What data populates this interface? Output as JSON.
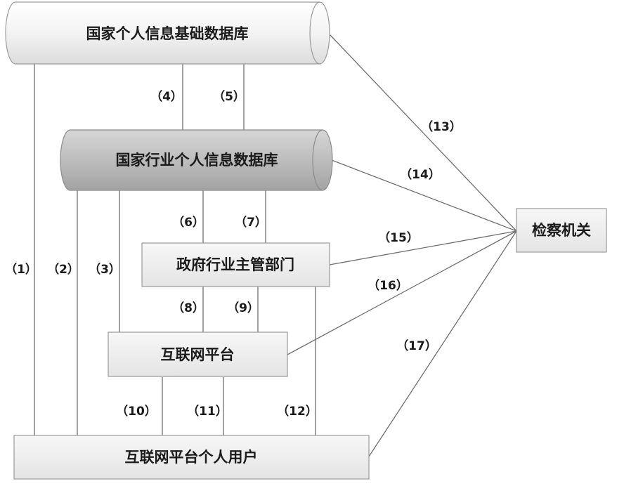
{
  "nodes": {
    "national_db": "国家个人信息基础数据库",
    "industry_db": "国家行业个人信息数据库",
    "gov_dept": "政府行业主管部门",
    "platform": "互联网平台",
    "users": "互联网平台个人用户",
    "procuratorate": "检察机关"
  },
  "edges": {
    "e1": "（1）",
    "e2": "（2）",
    "e3": "（3）",
    "e4": "（4）",
    "e5": "（5）",
    "e6": "（6）",
    "e7": "（7）",
    "e8": "（8）",
    "e9": "（9）",
    "e10": "（10）",
    "e11": "（11）",
    "e12": "（12）",
    "e13": "（13）",
    "e14": "（14）",
    "e15": "（15）",
    "e16": "（16）",
    "e17": "（17）"
  },
  "colors": {
    "node_fill_light": "#f2f2f2",
    "node_fill_gray": "#bdbdbd",
    "line": "#6f6f6f",
    "text": "#1a1a1a"
  }
}
